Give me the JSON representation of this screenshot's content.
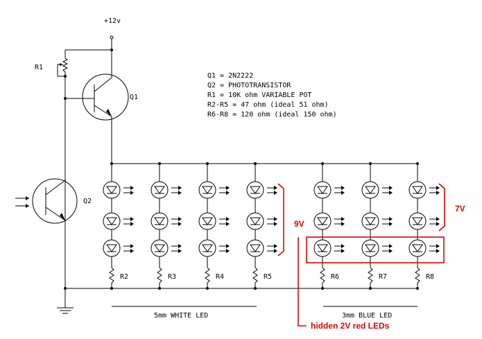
{
  "supply_label": "+12v",
  "components": {
    "r1": "R1",
    "q1": "Q1",
    "q2": "Q2",
    "resistors": [
      "R2",
      "R3",
      "R4",
      "R5",
      "R6",
      "R7",
      "R8"
    ]
  },
  "notes": [
    "Q1 = 2N2222",
    "Q2 = PHOTOTRANSISTOR",
    "R1 = 10K ohm VARIABLE POT",
    "R2-R5 = 47 ohm (ideal 51 ohm)",
    "R6-R8 = 120 ohm (ideal 150 ohm)"
  ],
  "group_labels": {
    "white": "5mm WHITE LED",
    "blue": "3mm BLUE LED"
  },
  "voltage_labels": {
    "white": "9V",
    "blue": "7V"
  },
  "callout": "hidden 2V red LEDs",
  "colors": {
    "annotation": "#e00000",
    "ink": "#000000"
  }
}
